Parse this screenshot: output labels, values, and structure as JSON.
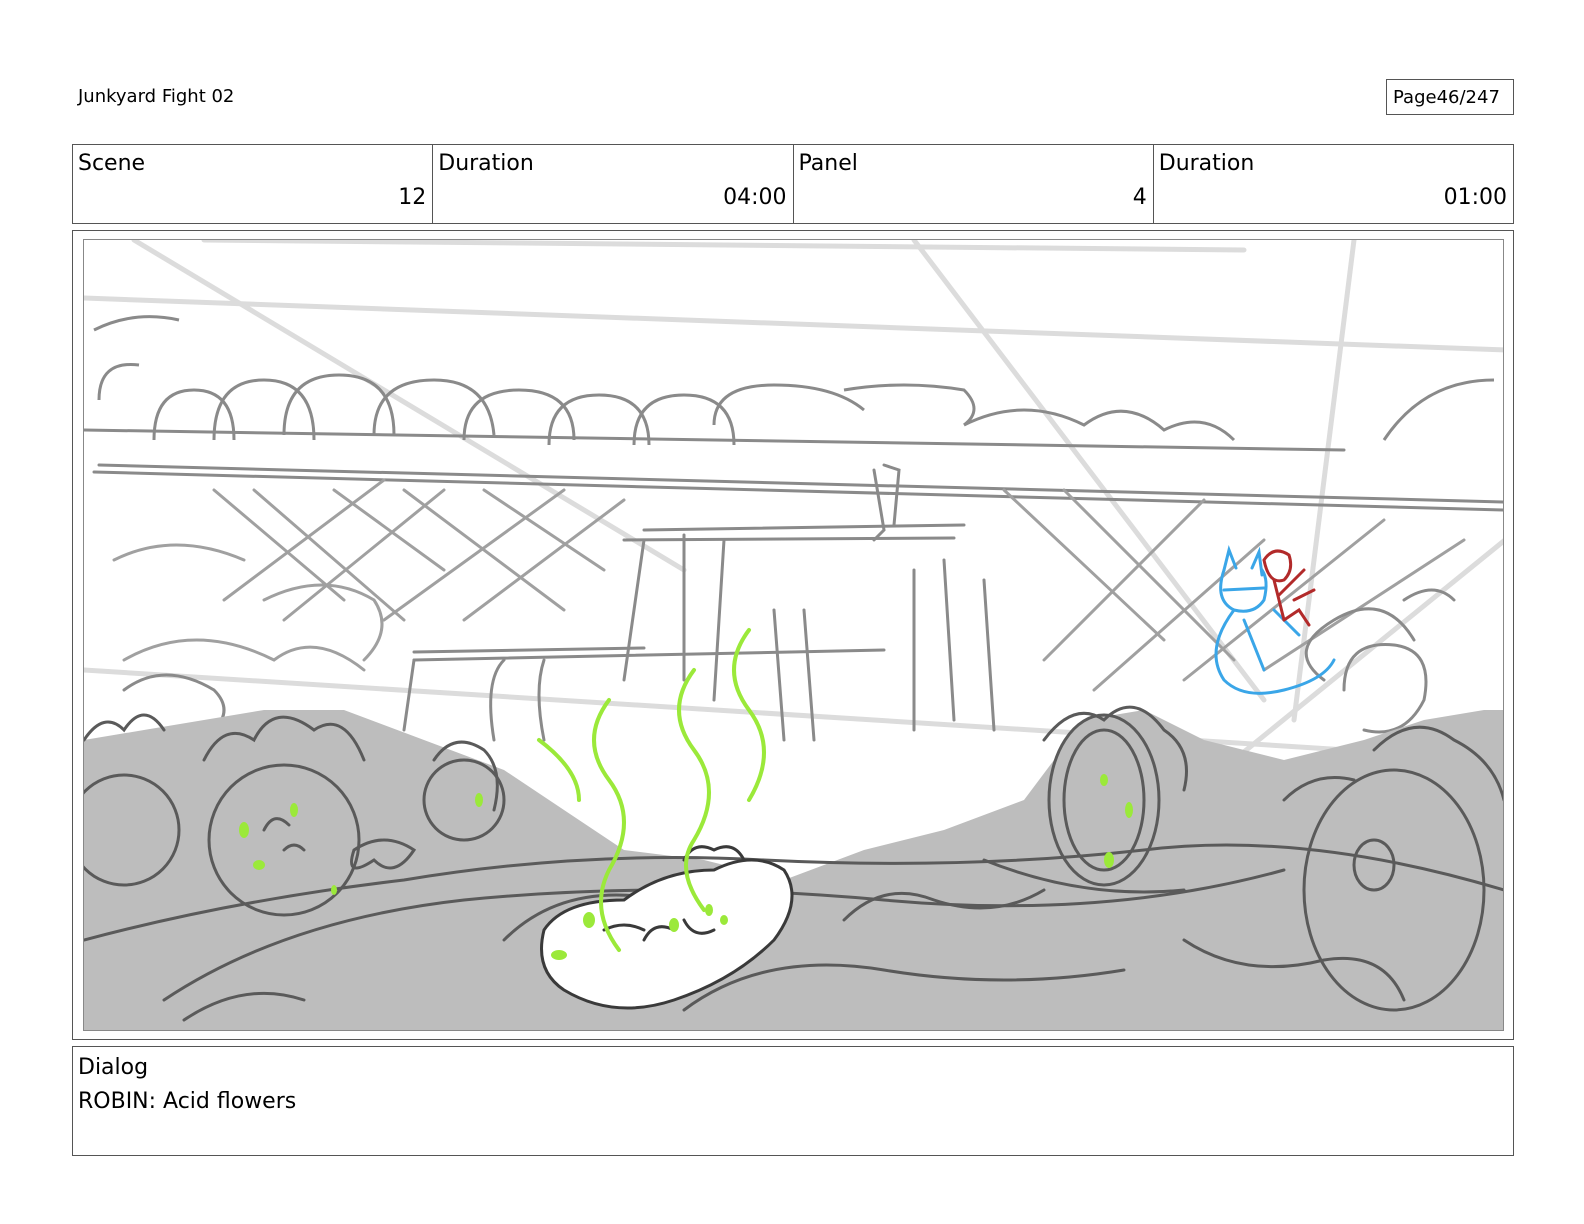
{
  "header": {
    "title": "Junkyard Fight 02",
    "page_label": "Page",
    "page_number": "46/247"
  },
  "info": {
    "scene_label": "Scene",
    "scene_value": "12",
    "scene_duration_label": "Duration",
    "scene_duration_value": "04:00",
    "panel_label": "Panel",
    "panel_value": "4",
    "panel_duration_label": "Duration",
    "panel_duration_value": "01:00"
  },
  "dialog": {
    "label": "Dialog",
    "text": "ROBIN: Acid flowers"
  },
  "colors": {
    "sketch_gray": "#6a6a6a",
    "fill_gray": "#bdbdbd",
    "light_lines": "#dcdcdc",
    "acid_green": "#9be93a",
    "batman_blue": "#3aa6e8",
    "robin_red": "#b22a2a"
  }
}
